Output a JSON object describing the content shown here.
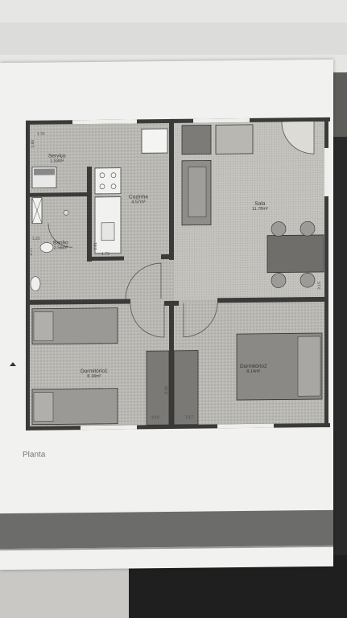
{
  "plan": {
    "caption": "Planta",
    "rooms": [
      {
        "id": "servico",
        "name": "Serviço",
        "area": "1.53m²"
      },
      {
        "id": "cozinha",
        "name": "Cozinha",
        "area": "4.57m²"
      },
      {
        "id": "sala",
        "name": "Sala",
        "area": "11.78m²"
      },
      {
        "id": "banho",
        "name": "Banho",
        "area": "2.56m²"
      },
      {
        "id": "dormitorio1",
        "name": "Dormitório1",
        "area": "8.18m²"
      },
      {
        "id": "dormitorio2",
        "name": "Dormitório2",
        "area": "8.14m²"
      }
    ],
    "dimensions": {
      "d_131": "1.31",
      "d_160": "1.60",
      "d_121": "1.21",
      "d_277": "2.77",
      "d_281": "2.81",
      "d_173": "1.73",
      "d_315": "3.15",
      "d_313": "3.13",
      "d_317": "3.17",
      "d_215": "2.15"
    }
  }
}
